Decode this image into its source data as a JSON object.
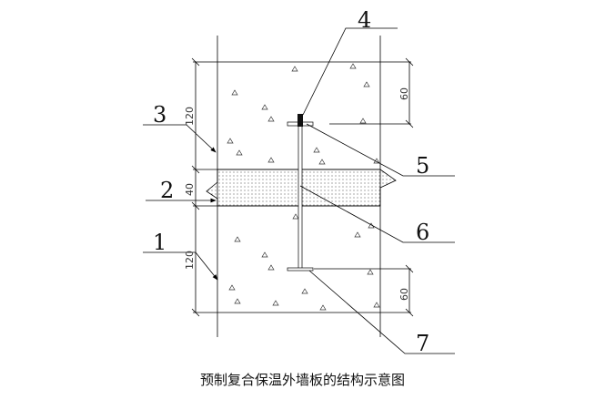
{
  "caption": "预制复合保温外墙板的结构示意图",
  "labels": {
    "l1": "1",
    "l2": "2",
    "l3": "3",
    "l4": "4",
    "l5": "5",
    "l6": "6",
    "l7": "7"
  },
  "dimensions": {
    "top_layer": "120",
    "insulation": "40",
    "bottom_layer": "120",
    "top_anchor": "60",
    "bottom_anchor": "60"
  }
}
